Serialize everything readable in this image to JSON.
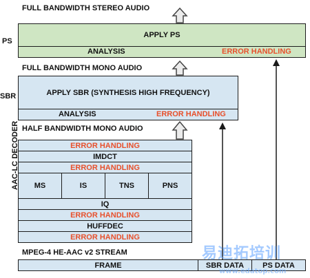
{
  "title": "FULL BANDWIDTH STEREO AUDIO",
  "ps": {
    "side_label": "PS",
    "main": "APPLY PS",
    "analysis": "ANALYSIS",
    "error": "ERROR HANDLING"
  },
  "mono_full_label": "FULL BANDWIDTH MONO AUDIO",
  "sbr": {
    "side_label": "SBR",
    "main": "APPLY SBR (SYNTHESIS HIGH FREQUENCY)",
    "analysis": "ANALYSIS",
    "error": "ERROR HANDLING"
  },
  "mono_half_label": "HALF BANDWIDTH MONO AUDIO",
  "aac": {
    "side_label": "AAC-LC DECODER",
    "rows": {
      "err1": "ERROR HANDLING",
      "imdct": "IMDCT",
      "err2": "ERROR HANDLING",
      "tools": [
        "MS",
        "IS",
        "TNS",
        "PNS"
      ],
      "iq": "IQ",
      "err3": "ERROR HANDLING",
      "huffdec": "HUFFDEC",
      "err4": "ERROR HANDLING"
    }
  },
  "stream": {
    "label": "MPEG-4 HE-AAC v2 STREAM",
    "frame": "FRAME",
    "sbr_data": "SBR DATA",
    "ps_data": "PS DATA"
  },
  "watermark": {
    "cn": "易迪拓培训",
    "url": "www.edatop.com"
  },
  "colors": {
    "green": "#cfe6c3",
    "blue": "#d6e6f2",
    "error_text": "#e8502c"
  }
}
